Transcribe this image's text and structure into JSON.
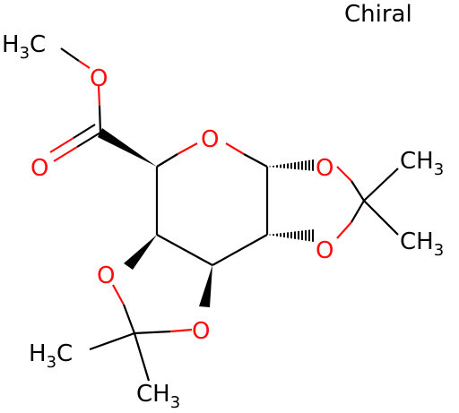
{
  "annotation": "Chiral",
  "methyl_ester": {
    "prefix": "H",
    "sub": "3",
    "suffix": "C"
  },
  "atoms": {
    "o_ester": "O",
    "o_carbonyl": "O",
    "o_ring": "O",
    "o_right_top": "O",
    "o_right_bottom": "O",
    "o_left_top": "O",
    "o_left_bottom": "O"
  },
  "methyls": {
    "right_top": {
      "main": "CH",
      "sub": "3"
    },
    "right_bottom": {
      "main": "CH",
      "sub": "3"
    },
    "left_top": {
      "prefix": "H",
      "sub": "3",
      "suffix": "C"
    },
    "left_bottom": {
      "main": "CH",
      "sub": "3"
    }
  },
  "colors": {
    "oxygen": "#ff0d0d",
    "carbon": "#000000"
  }
}
